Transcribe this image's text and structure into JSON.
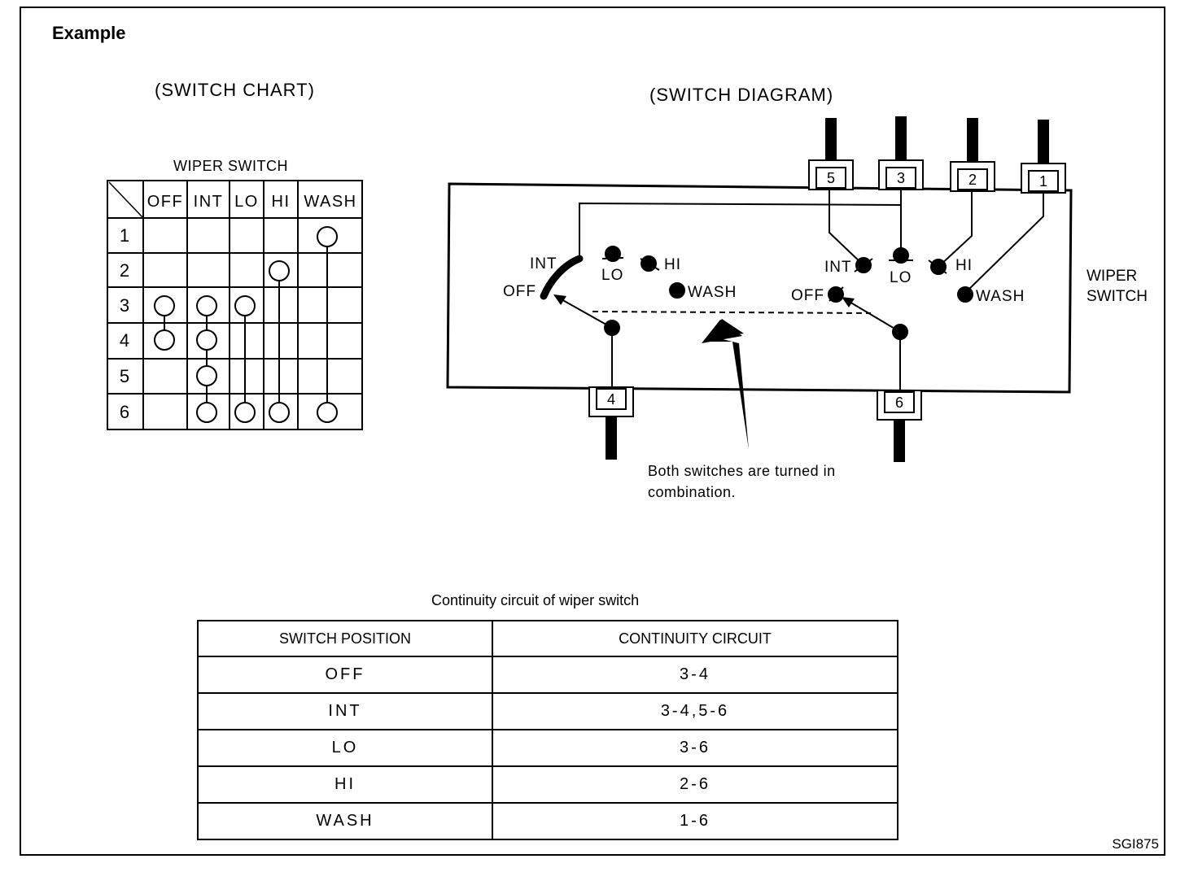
{
  "heading": "Example",
  "switch_chart": {
    "caption": "(SWITCH CHART)",
    "title": "WIPER SWITCH",
    "columns": [
      "OFF",
      "INT",
      "LO",
      "HI",
      "WASH"
    ],
    "rows": [
      "1",
      "2",
      "3",
      "4",
      "5",
      "6"
    ],
    "connections": [
      {
        "position": "OFF",
        "terminals": [
          "3",
          "4"
        ]
      },
      {
        "position": "INT",
        "terminals": [
          "3",
          "4",
          "5",
          "6"
        ]
      },
      {
        "position": "LO",
        "terminals": [
          "3",
          "6"
        ]
      },
      {
        "position": "HI",
        "terminals": [
          "2",
          "6"
        ]
      },
      {
        "position": "WASH",
        "terminals": [
          "1",
          "6"
        ]
      }
    ]
  },
  "switch_diagram": {
    "caption": "(SWITCH DIAGRAM)",
    "top_terminals": [
      "5",
      "3",
      "2",
      "1"
    ],
    "bottom_terminals": [
      "4",
      "6"
    ],
    "left_labels": {
      "int": "INT",
      "lo": "LO",
      "hi": "HI",
      "off": "OFF",
      "wash": "WASH"
    },
    "right_labels": {
      "int": "INT",
      "lo": "LO",
      "hi": "HI",
      "off": "OFF",
      "wash": "WASH"
    },
    "side_label_line1": "WIPER",
    "side_label_line2": "SWITCH",
    "note_line1": "Both switches are turned in",
    "note_line2": "combination."
  },
  "continuity_table": {
    "title": "Continuity circuit of wiper switch",
    "headers": [
      "SWITCH POSITION",
      "CONTINUITY CIRCUIT"
    ],
    "rows": [
      {
        "position": "OFF",
        "circuit": "3-4"
      },
      {
        "position": "INT",
        "circuit": "3-4,5-6"
      },
      {
        "position": "LO",
        "circuit": "3-6"
      },
      {
        "position": "HI",
        "circuit": "2-6"
      },
      {
        "position": "WASH",
        "circuit": "1-6"
      }
    ]
  },
  "figure_code": "SGI875"
}
